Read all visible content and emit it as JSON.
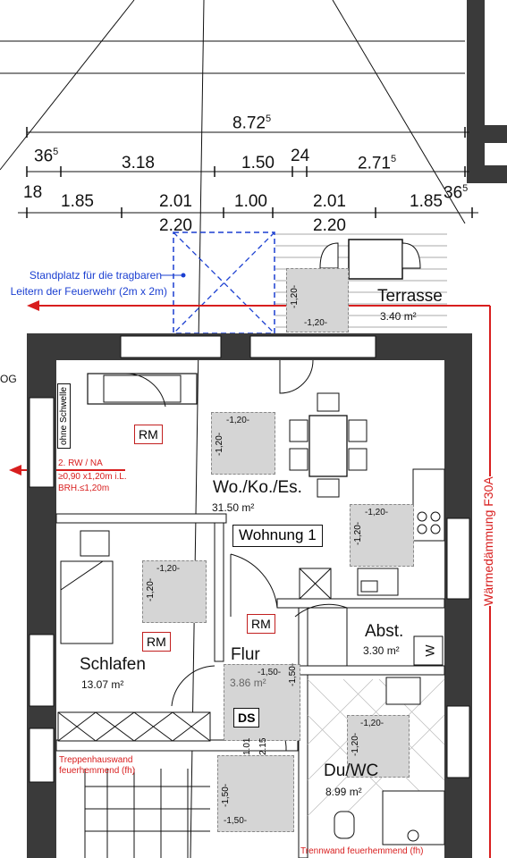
{
  "dimensions": {
    "total": "8.72",
    "total_sup": "5",
    "row1": [
      {
        "v": "36",
        "s": "5"
      },
      {
        "v": "3.18",
        "s": ""
      },
      {
        "v": "1.50",
        "s": ""
      },
      {
        "v": "24",
        "s": ""
      },
      {
        "v": "2.71",
        "s": "5"
      }
    ],
    "row2": [
      {
        "v": "18",
        "s": ""
      },
      {
        "v": "1.85",
        "s": ""
      },
      {
        "v": "2.01",
        "s": ""
      },
      {
        "v": "1.00",
        "s": ""
      },
      {
        "v": "2.01",
        "s": ""
      },
      {
        "v": "1.85",
        "s": ""
      },
      {
        "v": "36",
        "s": "5"
      }
    ],
    "row3": [
      "2.20",
      "2.20"
    ]
  },
  "notes": {
    "standplatz_1": "Standplatz für die tragbaren",
    "standplatz_2": "Leitern der Feuerwehr (2m x 2m)",
    "escape_1": "2. RW / NA",
    "escape_2": "≥0,90 x1,20m i.L.",
    "escape_3": "BRH.≤1,20m",
    "ohne_schwelle": "ohne Schwelle",
    "og": "OG",
    "waermedaemmung": "Wärmedämmung F30A",
    "treppenhaus_1": "Treppenhauswand",
    "treppenhaus_2": "feuerhemmend (fh)",
    "trennwand": "Trennwand feuerhemmend (fh)"
  },
  "rooms": {
    "terrasse": {
      "name": "Terrasse",
      "area": "3.40 m²"
    },
    "wohnen": {
      "name": "Wo./Ko./Es.",
      "area": "31.50 m²"
    },
    "wohnung": "Wohnung 1",
    "schlafen": {
      "name": "Schlafen",
      "area": "13.07 m²"
    },
    "flur": {
      "name": "Flur",
      "area": "3.86 m²"
    },
    "abst": {
      "name": "Abst.",
      "area": "3.30 m²"
    },
    "duwc": {
      "name": "Du/WC",
      "area": "8.99 m²"
    }
  },
  "markers": {
    "rm": "RM",
    "ds": "DS",
    "w": "W"
  },
  "clearance": {
    "a": "-1,20-",
    "b": "-1,50-"
  },
  "door_dims": [
    "1.01",
    "2.15"
  ]
}
